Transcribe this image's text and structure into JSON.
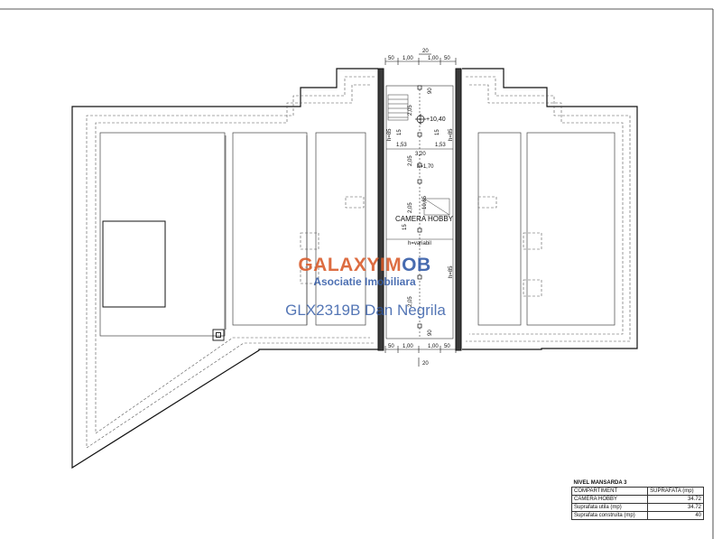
{
  "plan": {
    "room_label": "CAMERA HOBBY",
    "level_mark": "+10,40",
    "dims_top": {
      "total": "20",
      "seg1": "50",
      "seg2": "1,00",
      "seg3": "1,00",
      "seg4": "50"
    },
    "dims_bottom": {
      "total": "20",
      "seg1": "50",
      "seg2": "1,00",
      "seg3": "1,00",
      "seg4": "50"
    },
    "dims_inner": {
      "d_205_a": "2,05",
      "d_90": "90",
      "d_15_a": "15",
      "d_15_b": "15",
      "d_h85_a": "h=85",
      "d_h85_b": "h=85",
      "d_h85_c": "h=85",
      "d_153_a": "1,53",
      "d_153_b": "1,53",
      "d_320": "3,20",
      "d_205_b": "2,05",
      "d_h170": "h=1,70",
      "d_205_c": "2,05",
      "d_1085": "10,85",
      "d_15_c": "15",
      "d_hvar": "h=variabil",
      "d_205_d": "2,05",
      "d_90_b": "90"
    }
  },
  "watermark": {
    "brand_main": "GALAXYIM",
    "brand_tail": "OB",
    "subtitle": "Asociatie Imobiliara",
    "listing": "GLX2319B Dan Negrila"
  },
  "legend": {
    "title": "NIVEL MANSARDA 3",
    "header_col1": "COMPARTIMENT",
    "header_col2": "SUPRAFATA (mp)",
    "rows": [
      {
        "label": "CAMERA HOBBY",
        "value": "34.72"
      },
      {
        "label": "Suprafata utila  (mp)",
        "value": "34.72"
      },
      {
        "label": "Suprafata construita  (mp)",
        "value": "40"
      }
    ]
  }
}
